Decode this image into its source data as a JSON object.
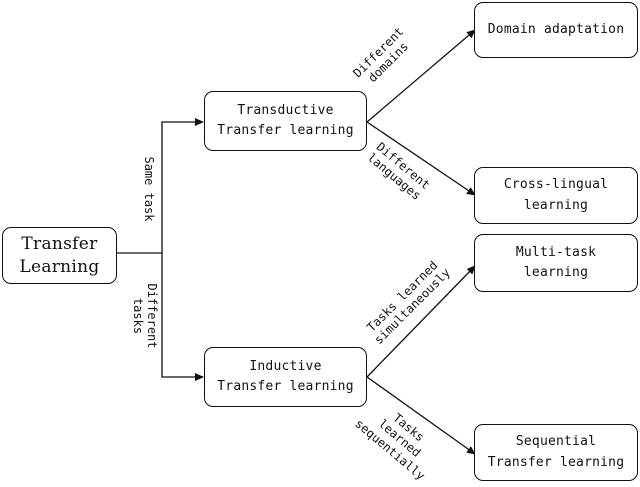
{
  "nodes": {
    "root": "Transfer\nLearning",
    "transductive": "Transductive\nTransfer learning",
    "inductive": "Inductive\nTransfer learning",
    "domain_adaptation": "Domain adaptation",
    "cross_lingual": "Cross-lingual\nlearning",
    "multi_task": "Multi-task\nlearning",
    "sequential": "Sequential\nTransfer learning"
  },
  "edge_labels": {
    "same_task": "Same task",
    "different_tasks": "Different\ntasks",
    "different_domains": "Different\ndomains",
    "different_languages": "Different\nlanguages",
    "simultaneously": "Tasks learned\nsimultaneously",
    "sequentially": "Tasks\nlearned\nsequentially"
  }
}
